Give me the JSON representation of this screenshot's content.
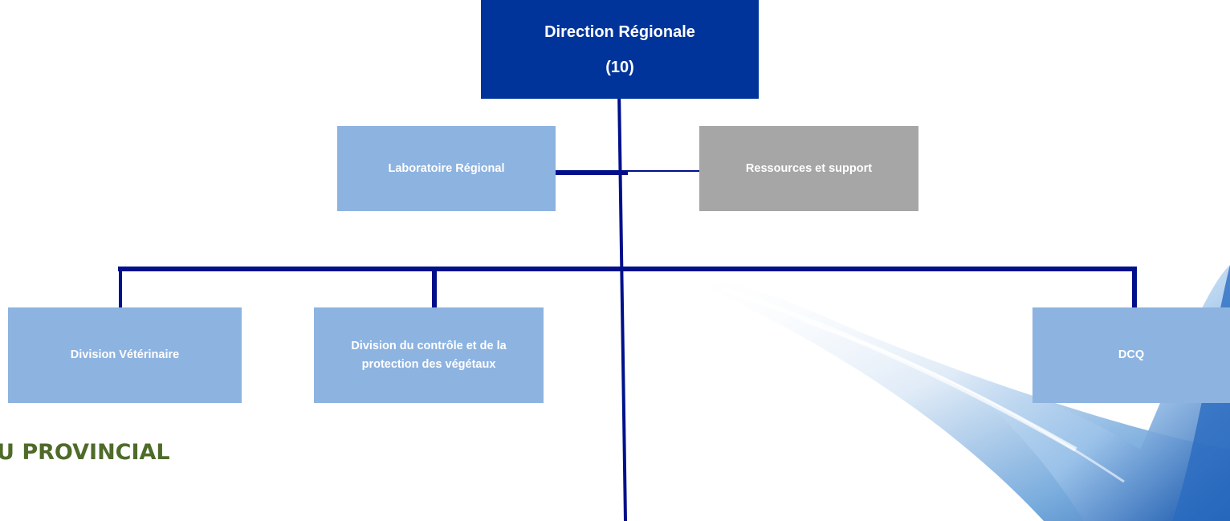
{
  "org": {
    "direction": {
      "title": "Direction Régionale",
      "count": "(10)"
    },
    "laboratoire": {
      "label": "Laboratoire Régional"
    },
    "ressources": {
      "label": "Ressources et support"
    },
    "veterinaire": {
      "label": "Division Vétérinaire"
    },
    "protection": {
      "label": "Division du contrôle et de la protection des végétaux"
    },
    "dcq": {
      "label": "DCQ"
    }
  },
  "section_title": "U PROVINCIAL",
  "colors": {
    "head": "#00349a",
    "light_box": "#8db3e0",
    "grey_box": "#a6a6a6",
    "connector": "#00108a",
    "section_title": "#4e6b29"
  }
}
